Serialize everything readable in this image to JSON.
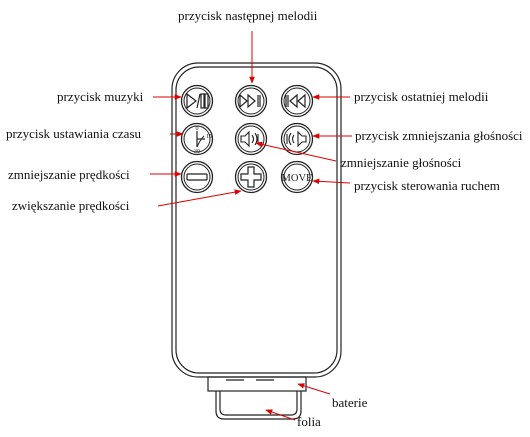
{
  "labels": {
    "next_track": "przycisk następnej melodii",
    "music": "przycisk muzyki",
    "last_track": "przycisk ostatniej melodii",
    "time_set": "przycisk ustawiania czasu",
    "volume_up": "przycisk zmniejszania głośności",
    "volume_down": "zmniejszanie głośności",
    "speed_down": "zmniejszanie prędkości",
    "move": "przycisk sterowania ruchem",
    "speed_up": "zwiększanie prędkości",
    "battery": "baterie",
    "foil": "folia"
  },
  "buttons": {
    "move_text": "MOVE",
    "clock_12": "0",
    "clock_15": "15",
    "clock_30": "30"
  },
  "colors": {
    "line": "#222222",
    "arrow": "#e00000"
  },
  "icons": [
    "play-pause-icon",
    "next-track-icon",
    "previous-track-icon",
    "clock-icon",
    "volume-down-icon",
    "volume-up-icon",
    "minus-icon",
    "plus-icon"
  ]
}
